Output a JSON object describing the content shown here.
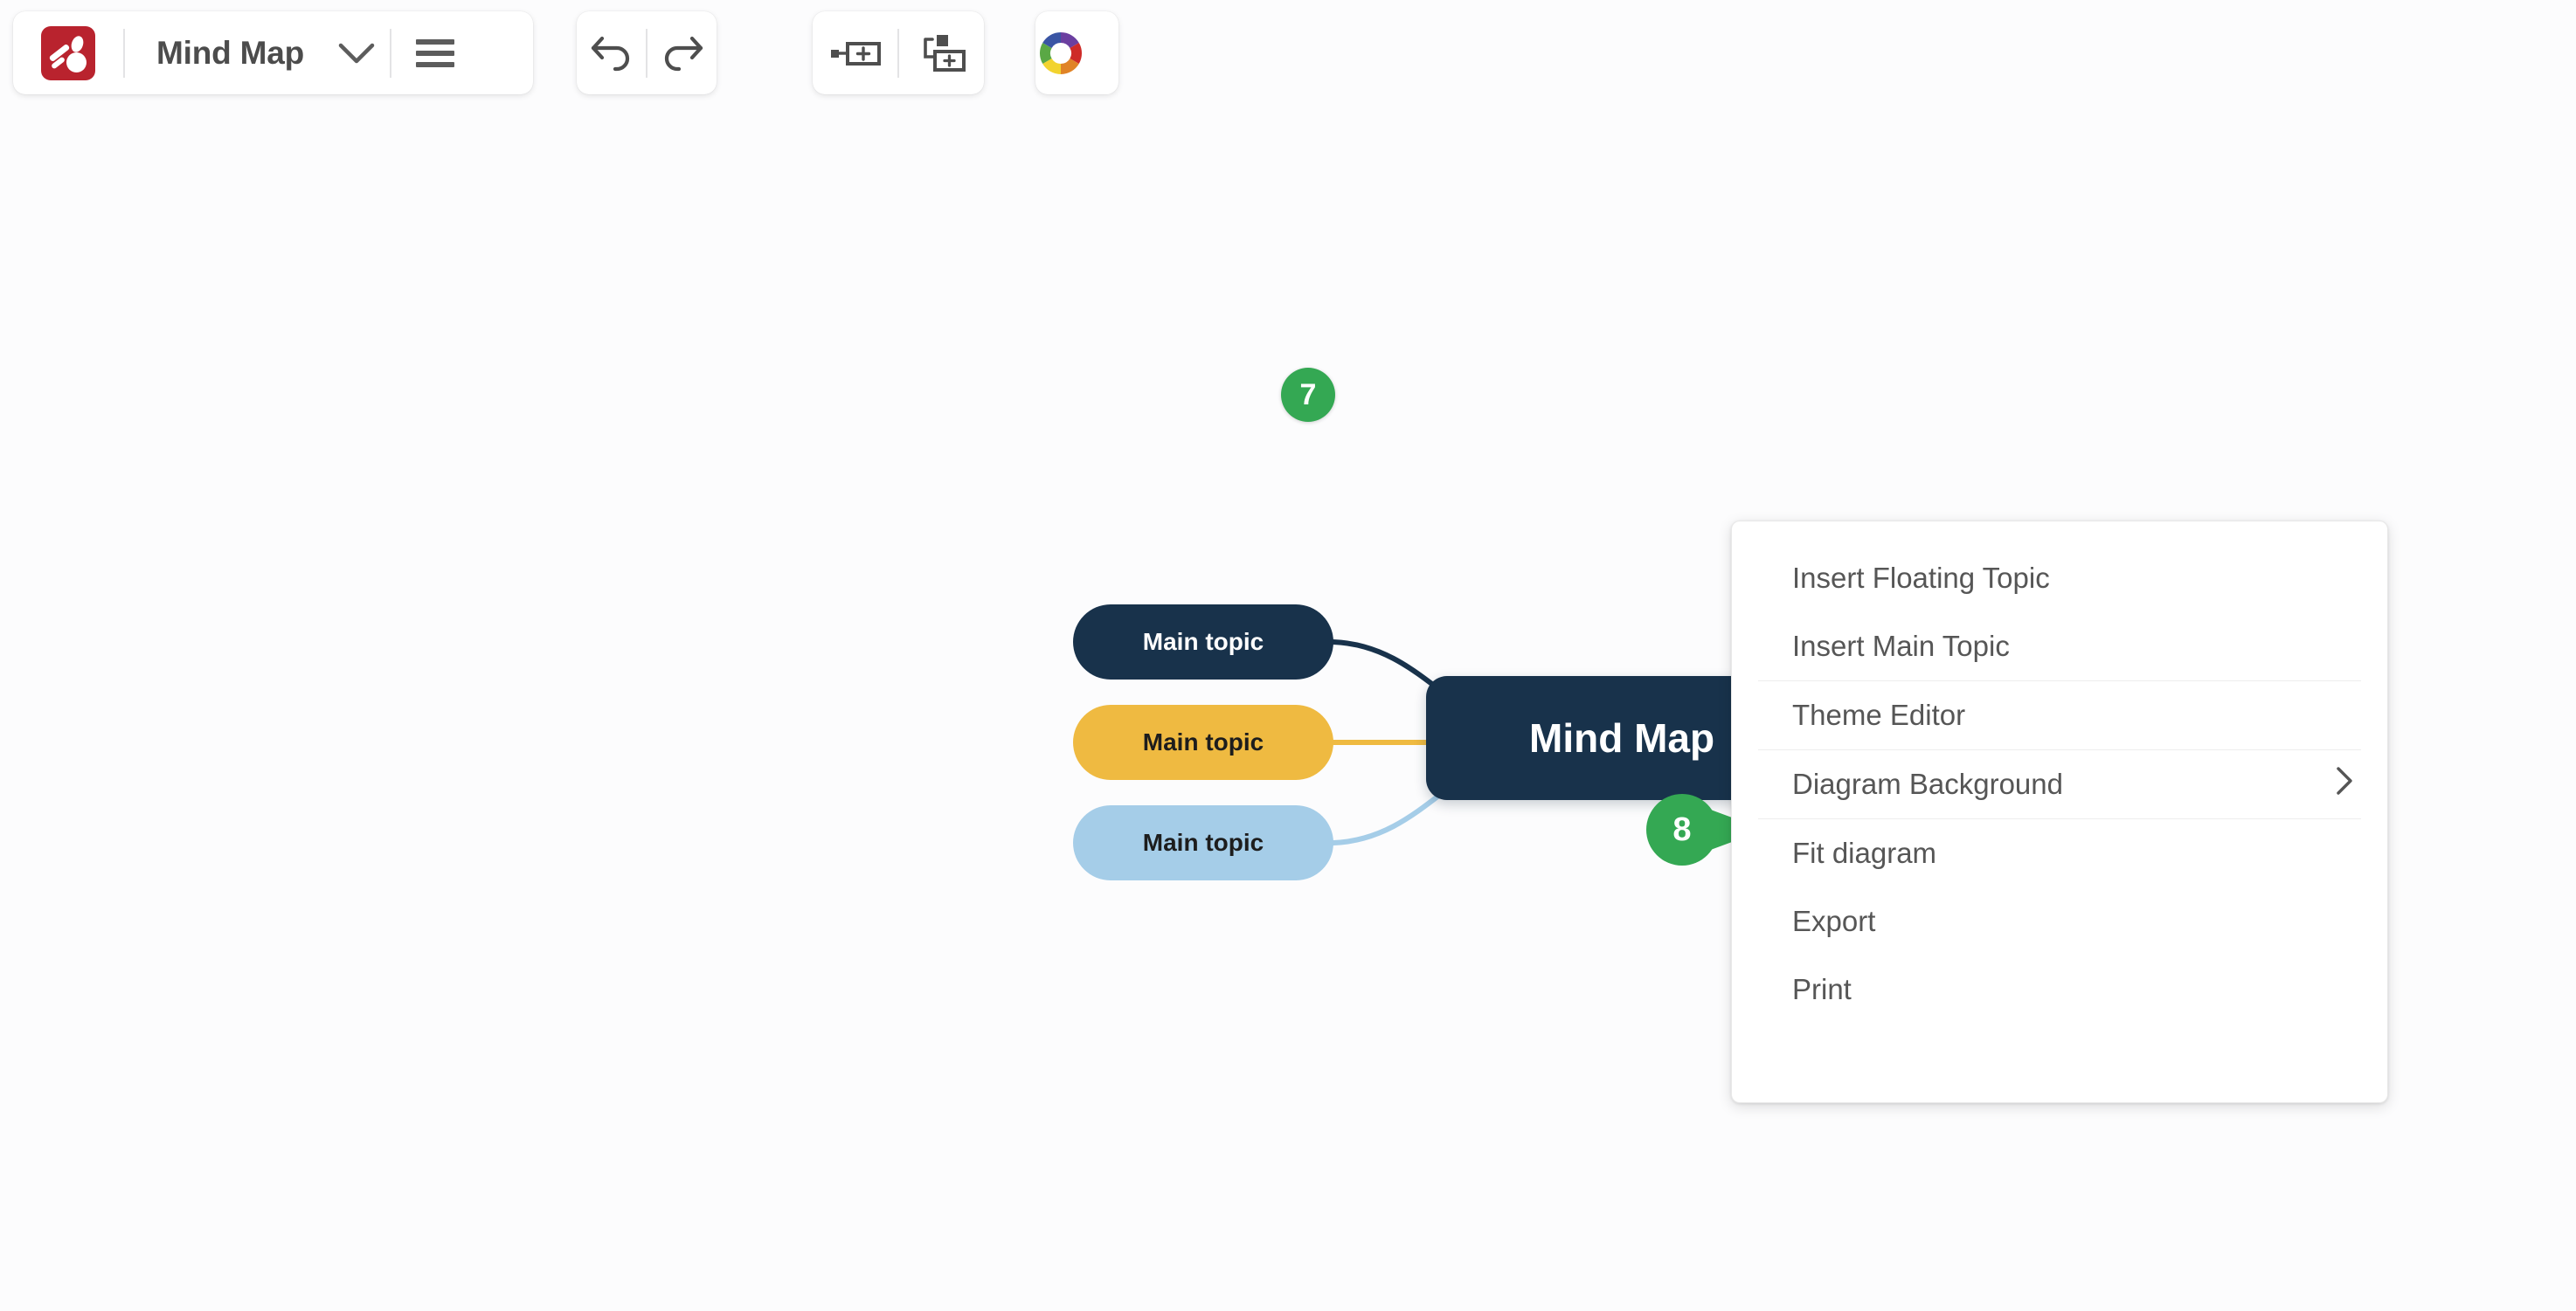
{
  "app": {
    "title": "Mind Map",
    "logo_icon": "mindmap-logo-icon"
  },
  "toolbar": {
    "groups": [
      {
        "name": "document",
        "items": [
          {
            "icon": "mindmap-logo-icon",
            "label": ""
          },
          {
            "icon": "",
            "label": "Mind Map"
          },
          {
            "icon": "chevron-down-icon",
            "label": ""
          },
          {
            "icon": "hamburger-menu-icon",
            "label": ""
          }
        ]
      },
      {
        "name": "history",
        "items": [
          {
            "icon": "undo-icon",
            "label": ""
          },
          {
            "icon": "redo-icon",
            "label": ""
          }
        ]
      },
      {
        "name": "insert",
        "items": [
          {
            "icon": "insert-sibling-topic-icon",
            "label": ""
          },
          {
            "icon": "insert-subtopic-icon",
            "label": ""
          }
        ]
      },
      {
        "name": "theme",
        "items": [
          {
            "icon": "color-wheel-icon",
            "label": ""
          }
        ]
      }
    ]
  },
  "mindmap": {
    "root": {
      "label": "Mind Map",
      "color": "#18324b",
      "text_color": "#ffffff"
    },
    "branches": [
      {
        "label": "Main topic",
        "color": "#18324b",
        "text_color": "#ffffff"
      },
      {
        "label": "Main topic",
        "color": "#efba41",
        "text_color": "#1d1d1d"
      },
      {
        "label": "Main topic",
        "color": "#a5cde8",
        "text_color": "#1d1d1d"
      }
    ]
  },
  "markers": [
    {
      "id": "step-7",
      "label": "7",
      "shape": "circle",
      "color": "#34a853"
    },
    {
      "id": "step-8",
      "label": "8",
      "shape": "pointer",
      "color": "#34a853"
    }
  ],
  "context_menu": {
    "items": [
      {
        "label": "Insert Floating Topic",
        "submenu": false
      },
      {
        "label": "Insert Main Topic",
        "submenu": false
      },
      {
        "separator_after": true,
        "label": "Theme Editor",
        "submenu": false
      },
      {
        "label": "Diagram Background",
        "submenu": true,
        "submenu_icon": "chevron-right-icon"
      },
      {
        "label": "Fit diagram",
        "submenu": false
      },
      {
        "label": "Export",
        "submenu": false
      },
      {
        "label": "Print",
        "submenu": false
      }
    ]
  },
  "colors": {
    "background": "#fcfcfd",
    "accent_green": "#34a853",
    "brand_red": "#b9232e",
    "navy": "#18324b",
    "amber": "#efba41",
    "light_blue": "#a5cde8",
    "menu_text": "#565656"
  }
}
